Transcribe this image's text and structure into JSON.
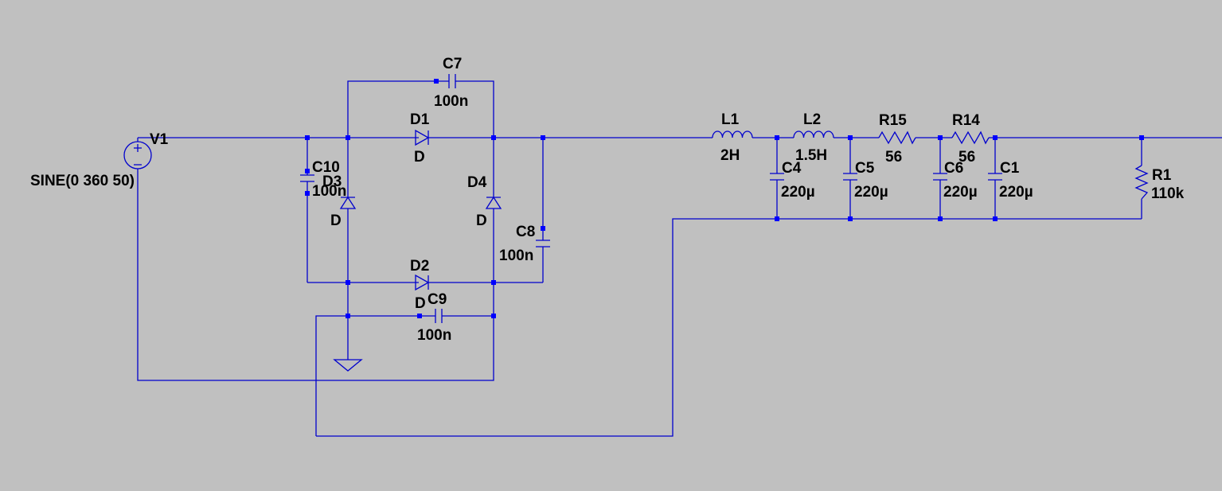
{
  "colors": {
    "background": "#c0c0c0",
    "wire": "#0000cd",
    "node": "#0000ff",
    "text": "#000000"
  },
  "components": {
    "V1": {
      "name": "V1",
      "value": "SINE(0 360 50)"
    },
    "C7": {
      "name": "C7",
      "value": "100n"
    },
    "D1": {
      "name": "D1",
      "value": "D"
    },
    "C10": {
      "name": "C10",
      "value": "100n"
    },
    "D3": {
      "name": "D3",
      "value": "D"
    },
    "D4": {
      "name": "D4",
      "value": "D"
    },
    "C8": {
      "name": "C8",
      "value": "100n"
    },
    "D2": {
      "name": "D2",
      "value": "D"
    },
    "C9": {
      "name": "C9",
      "value": "100n"
    },
    "L1": {
      "name": "L1",
      "value": "2H"
    },
    "L2": {
      "name": "L2",
      "value": "1.5H"
    },
    "R15": {
      "name": "R15",
      "value": "56"
    },
    "R14": {
      "name": "R14",
      "value": "56"
    },
    "C4": {
      "name": "C4",
      "value": "220µ"
    },
    "C5": {
      "name": "C5",
      "value": "220µ"
    },
    "C6": {
      "name": "C6",
      "value": "220µ"
    },
    "C1": {
      "name": "C1",
      "value": "220µ"
    },
    "R1": {
      "name": "R1",
      "value": "110k"
    }
  }
}
